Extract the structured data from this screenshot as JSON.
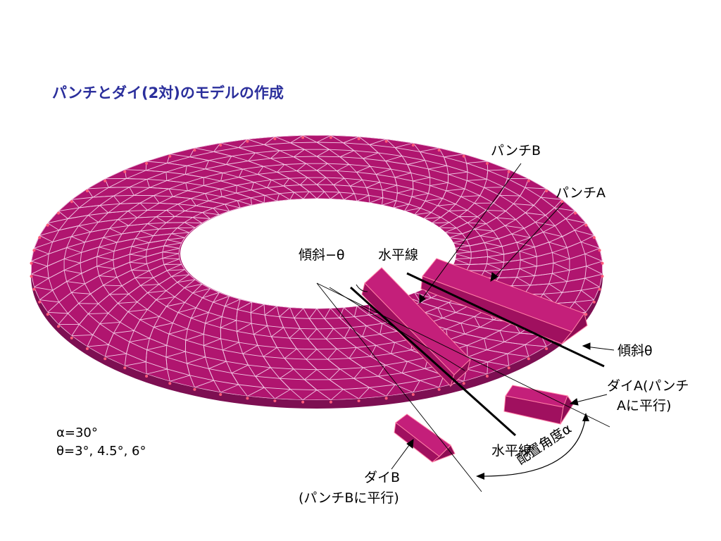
{
  "slide": {
    "title": "パンチとダイ(2対)のモデルの作成",
    "title_color": "#2b2f9c"
  },
  "colors": {
    "mesh_fill": "#b0156f",
    "mesh_line": "#f2c8e4",
    "node_marker": "#ff5a7a",
    "punch_die_fill": "#b0136a",
    "punch_die_edge": "#ff7ea5",
    "annotation_line": "#000000"
  },
  "labels": {
    "punch_b": "パンチB",
    "punch_a": "パンチA",
    "tilt_neg_theta": "傾斜−θ",
    "horizontal_line_top": "水平線",
    "tilt_theta": "傾斜θ",
    "die_a_line1": "ダイA(パンチ",
    "die_a_line2": "Aに平行)",
    "horizontal_line_bottom": "水平線",
    "die_b_line1": "ダイB",
    "die_b_line2": "(パンチBに平行)",
    "placement_angle": "配置角度α"
  },
  "parameters": {
    "alpha": "α=30°",
    "theta": "θ=3°, 4.5°, 6°"
  }
}
